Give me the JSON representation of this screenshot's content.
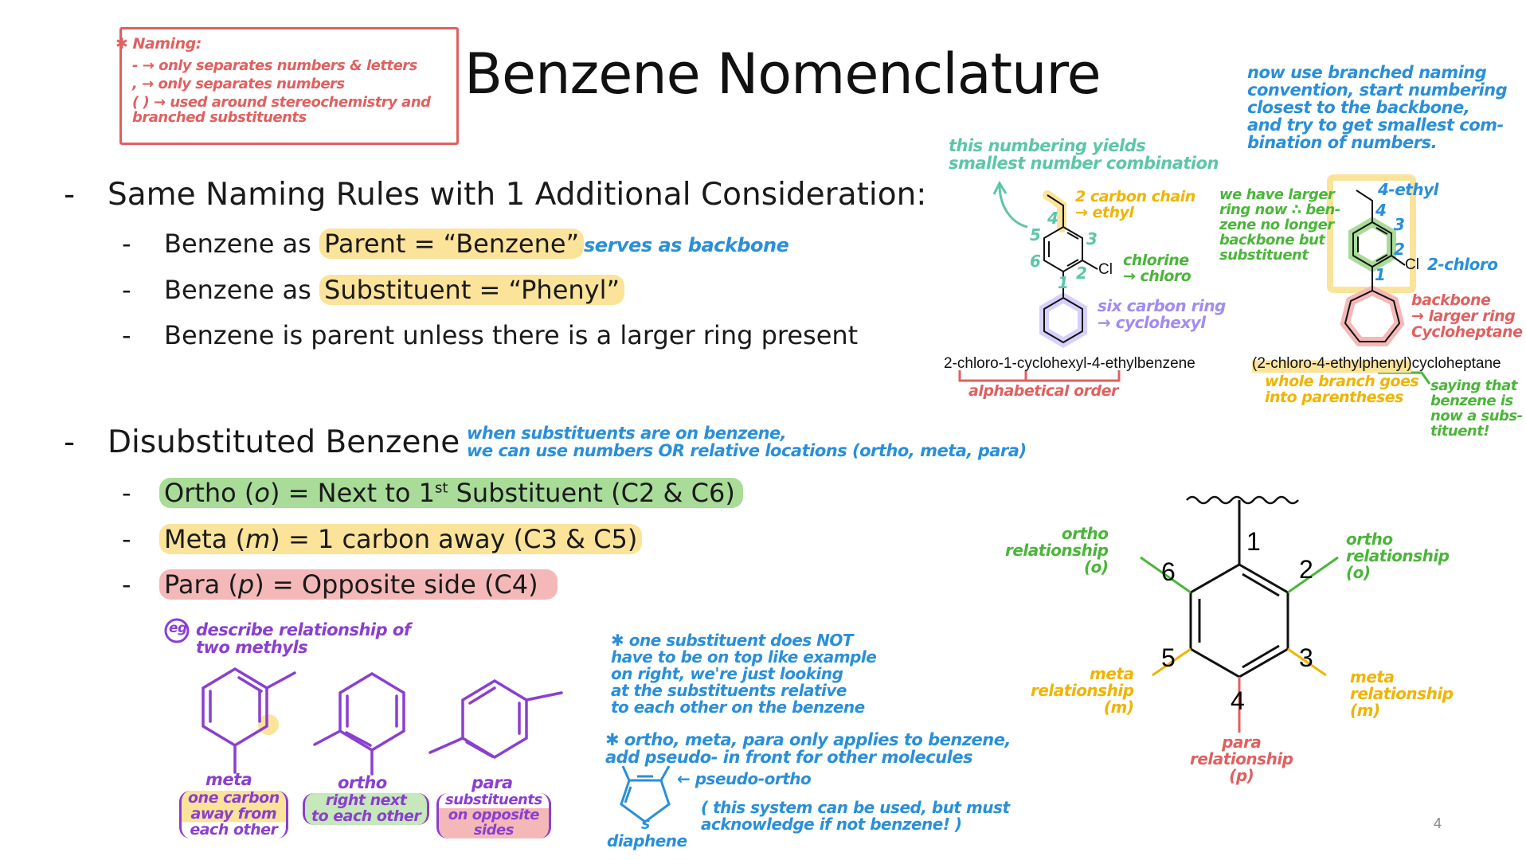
{
  "title": "Benzene Nomenclature",
  "naming_note": {
    "heading": "✱ Naming:",
    "lines": [
      "- → only separates numbers & letters",
      ", → only separates numbers",
      "( ) → used around stereochemistry and\n      branched substituents"
    ]
  },
  "bullets": {
    "rule_heading": "Same Naming Rules with 1 Additional Consideration:",
    "parent_prefix": "Benzene as ",
    "parent_highlight": "Parent = “Benzene”",
    "parent_note": "serves as backbone",
    "substituent_prefix": "Benzene as ",
    "substituent_highlight": "Substituent = “Phenyl”",
    "larger_ring": "Benzene is parent unless there is a larger ring present",
    "disub_heading": "Disubstituted Benzene",
    "disub_note": "when substituents are on benzene,\nwe can use numbers OR relative locations (ortho, meta, para)",
    "ortho_a": "Ortho (",
    "ortho_i": "o",
    "ortho_b": ") = Next to 1",
    "ortho_sup": "st",
    "ortho_c": " Substituent (C2 & C6)",
    "meta_a": "Meta (",
    "meta_i": "m",
    "meta_b": ") = 1 carbon away (C3 & C5)",
    "para_a": "Para (",
    "para_i": "p",
    "para_b": ") = Opposite side (C4)",
    "dash": "-"
  },
  "example1": {
    "name": "2-chloro-1-cyclohexyl-4-ethylbenzene",
    "cl": "Cl",
    "numbers": [
      "1",
      "2",
      "3",
      "4",
      "5",
      "6"
    ],
    "note_numbering": "this numbering yields\nsmallest number combination",
    "note_ethyl": "2 carbon chain\n→ ethyl",
    "note_chloro": "chlorine\n→ chloro",
    "note_cyclohexyl": "six carbon ring\n→ cyclohexyl",
    "note_alpha": "alphabetical order"
  },
  "example2": {
    "name": "(2-chloro-4-ethylphenyl)cycloheptane",
    "cl": "Cl",
    "numbers": [
      "1",
      "2",
      "3",
      "4"
    ],
    "note_branched": "now use branched naming\nconvention, start numbering\nclosest to the backbone,\nand try to get smallest com-\nbination of numbers.",
    "note_larger": "we have larger\nring now ∴ ben-\nzene no longer\nbackbone but\nsubstituent",
    "note_ethyl": "4-ethyl",
    "note_chloro": "2-chloro",
    "note_backbone": "backbone\n→ larger ring\nCycloheptane",
    "note_parens": "whole branch goes\ninto parentheses",
    "note_phenyl": "saying that\nbenzene is\nnow a subs-\ntituent!"
  },
  "ring_diagram": {
    "positions": [
      "1",
      "2",
      "3",
      "4",
      "5",
      "6"
    ],
    "ortho_left": "ortho\nrelationship\n(o)",
    "ortho_right": "ortho\nrelationship\n(o)",
    "meta_left": "meta\nrelationship\n(m)",
    "meta_right": "meta\nrelationship\n(m)",
    "para": "para\nrelationship\n(p)"
  },
  "example3": {
    "eg": "eg",
    "prompt": "describe relationship of\ntwo methyls",
    "meta_label": "meta",
    "meta_desc": "one carbon\naway from\neach other",
    "ortho_label": "ortho",
    "ortho_desc": "right next\nto each other",
    "para_label": "para",
    "para_desc": "substituents\non opposite\nsides"
  },
  "notes": {
    "note1": "✱ one substituent does NOT\n  have to be on top like example\n  on right, we're just looking\n  at the substituents relative\n  to each other on the benzene",
    "note2": "✱ ortho, meta, para only applies to benzene,\n  add pseudo- in front for other molecules",
    "pseudo": "← pseudo-ortho",
    "thiophene": "diaphene",
    "s_atom": "S",
    "caveat": "( this system can be used, but must\n  acknowledge if not benzene! )"
  },
  "page_number": "4",
  "colors": {
    "red": "#e06060",
    "blue": "#2a8fd8",
    "teal": "#5cc6a8",
    "orange": "#f0b400",
    "green": "#4bb53a",
    "lavender": "#a08cf0",
    "purple": "#8a3fd0",
    "hl_yellow": "#fbe39a",
    "hl_green": "#a8dc98",
    "hl_pink": "#f4b8b8"
  }
}
